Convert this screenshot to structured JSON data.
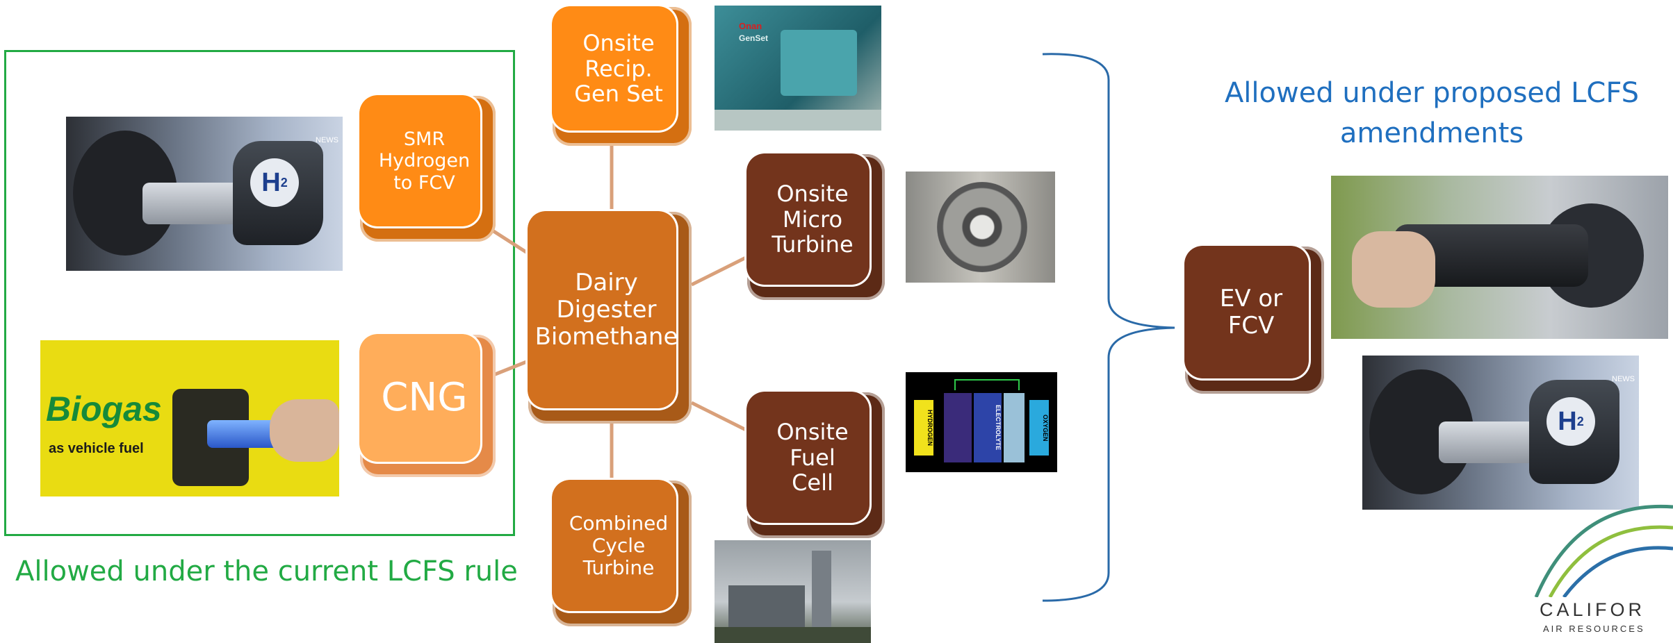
{
  "colors": {
    "green_box": "#22aa44",
    "blue_text": "#1f6fbf",
    "bracket": "#2a6aa8",
    "connector": "#d9a07a"
  },
  "nodes": {
    "center": "Dairy\nDigester\nBiomethane",
    "recip": "Onsite\nRecip.\nGen Set",
    "smr": "SMR\nHydrogen\nto FCV",
    "cng": "CNG",
    "micro": "Onsite\nMicro\nTurbine",
    "fuelcell": "Onsite\nFuel\nCell",
    "combined": "Combined\nCycle\nTurbine",
    "ev": "EV or\nFCV"
  },
  "captions": {
    "current": "Allowed under the current LCFS rule",
    "proposed": "Allowed under proposed LCFS amendments"
  },
  "photos": {
    "h2_badge": "H",
    "h2_sub": "2",
    "news_badge": "NEWS",
    "biogas_title": "Biogas",
    "biogas_sub": "as vehicle fuel",
    "genset_brand": "Onan",
    "genset_label": "GenSet",
    "fc_left": "HYDROGEN",
    "fc_mid": "ELECTROLYTE",
    "fc_right": "OXYGEN"
  },
  "logo": {
    "line1": "CALIFOR",
    "line2": "AIR RESOURCES"
  }
}
